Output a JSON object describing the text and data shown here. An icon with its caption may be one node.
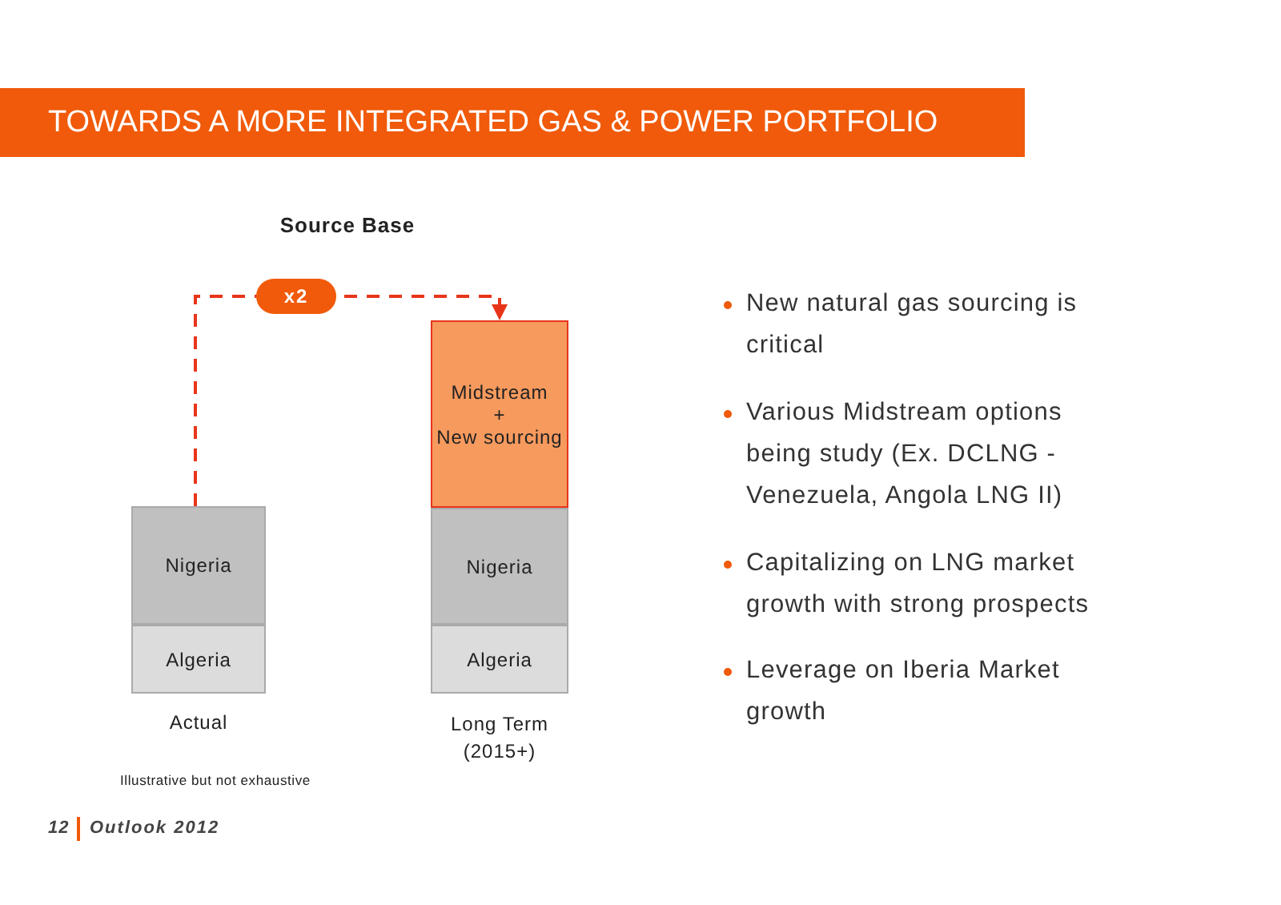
{
  "diagram": {
    "title": "TOWARDS A MORE INTEGRATED GAS & POWER PORTFOLIO",
    "nodes": [
      {
        "text": [
          "Algeria"
        ]
      },
      {
        "text": [
          "Nigeria"
        ]
      },
      {
        "text": [
          "Midstream",
          "+",
          "New sourcing"
        ]
      },
      {
        "text": [
          "Nigeria"
        ]
      },
      {
        "text": [
          "Algeria"
        ]
      }
    ],
    "edges": [
      {
        "from": 1,
        "to": 2,
        "arrow": "to",
        "label": "x2",
        "style": "dashed"
      }
    ],
    "labels": [
      "Source Base",
      "Actual",
      "Long Term (2015+)",
      "New natural gas sourcing is critical",
      "Various Midstream options being study (Ex. DCLNG - Venezuela, Angola LNG II)",
      "Capitalizing on LNG market growth with strong prospects",
      "Leverage on Iberia Market growth",
      "Illustrative but not exhaustive",
      "12",
      "Outlook 2012"
    ]
  }
}
